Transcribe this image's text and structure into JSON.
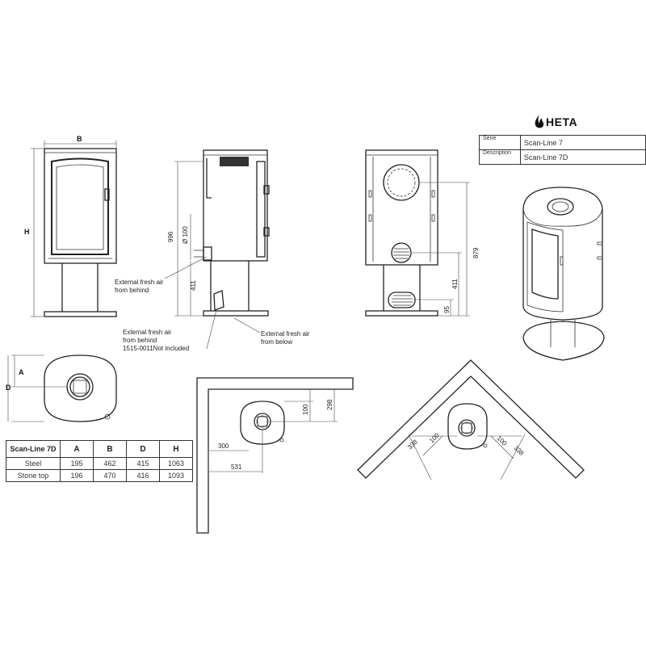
{
  "brand": {
    "name": "HETA",
    "logo": "flame-icon"
  },
  "info_table": {
    "rows": [
      {
        "key": "Serie",
        "value": "Scan-Line 7"
      },
      {
        "key": "Description",
        "value": "Scan-Line 7D"
      }
    ]
  },
  "front_view": {
    "width_label": "B",
    "height_label": "H"
  },
  "side_view": {
    "height": "996",
    "pipe_diameter": "Ø 100",
    "floor_height": "411"
  },
  "back_view": {
    "height": "879",
    "floor_height": "411",
    "inlet_height": "95"
  },
  "annotations": {
    "air_from_behind": [
      "External fresh air",
      "from behind"
    ],
    "air_from_behind_kit": [
      "External fresh air",
      "from behind",
      "1515-0011Not included"
    ],
    "air_from_below": [
      "External fresh air",
      "from below"
    ]
  },
  "top_view": {
    "label_a": "A",
    "label_d": "D"
  },
  "wall_install": {
    "dim_300": "300",
    "dim_531": "531",
    "dim_100": "100",
    "dim_298": "298"
  },
  "corner_install": {
    "dim_338_left": "338",
    "dim_100_left": "100",
    "dim_100_right": "100",
    "dim_338_right": "338"
  },
  "dimension_table": {
    "headers": [
      "Scan-Line 7D",
      "A",
      "B",
      "D",
      "H"
    ],
    "rows": [
      [
        "Steel",
        "195",
        "462",
        "415",
        "1063"
      ],
      [
        "Stone top",
        "196",
        "470",
        "416",
        "1093"
      ]
    ]
  },
  "colors": {
    "line": "#222222",
    "background": "#ffffff"
  }
}
